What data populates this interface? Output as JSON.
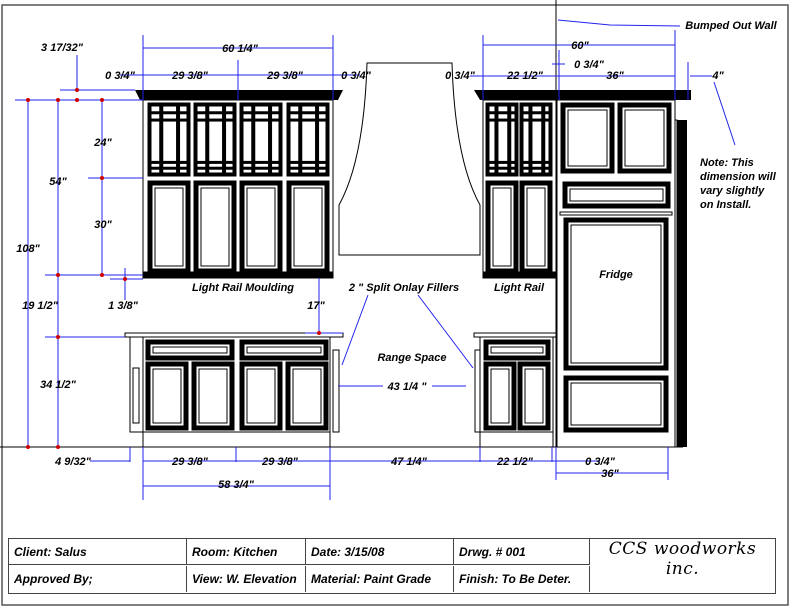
{
  "labels": {
    "top_offset": "3 17/32\"",
    "upper_left_width": "60 1/4\"",
    "ul_fill_left": "0 3/4\"",
    "ul_cab1": "29 3/8\"",
    "ul_cab2": "29 3/8\"",
    "ul_fill_right": "0 3/4\"",
    "ur_fill_left": "0 3/4\"",
    "ur_cab": "22 1/2\"",
    "ur_fridge_cab": "36\"",
    "ur_side": "4\"",
    "ur_width": "60\"",
    "ur_wall_fill": "0 3/4\"",
    "bumped_out_wall": "Bumped Out Wall",
    "h_24": "24\"",
    "h_54": "54\"",
    "h_30": "30\"",
    "h_108": "108\"",
    "h_19_5": "19 1/2\"",
    "h_1_375": "1 3/8\"",
    "h_17": "17\"",
    "h_34_5": "34 1/2\"",
    "light_rail_moulding": "Light Rail Moulding",
    "split_onlay_fillers": "2 \" Split Onlay Fillers",
    "light_rail": "Light Rail",
    "fridge": "Fridge",
    "note": [
      "Note: This",
      "dimension will",
      "vary slightly",
      "on Install."
    ],
    "range_space": "Range Space",
    "range_width": "43 1/4 \"",
    "b_left_offset": "4 9/32\"",
    "b_cab1": "29 3/8\"",
    "b_cab2": "29 3/8\"",
    "b_gap": "47 1/4\"",
    "b_cab3": "22 1/2\"",
    "b_fill": "0 3/4\"",
    "b_fridge": "36\"",
    "b_total": "58 3/4\""
  },
  "title_block": {
    "client": "Client: Salus",
    "room": "Room: Kitchen",
    "date": "Date:  3/15/08",
    "drawing_no": "Drwg. #  001",
    "approved_by": "Approved By;",
    "view": "View: W. Elevation",
    "material": "Material:  Paint Grade",
    "finish": "Finish: To Be Deter.",
    "company_logo": "CCS woodworks inc."
  },
  "colors": {
    "dimension_line": "#2222ee",
    "arrow": "#cc0000"
  }
}
